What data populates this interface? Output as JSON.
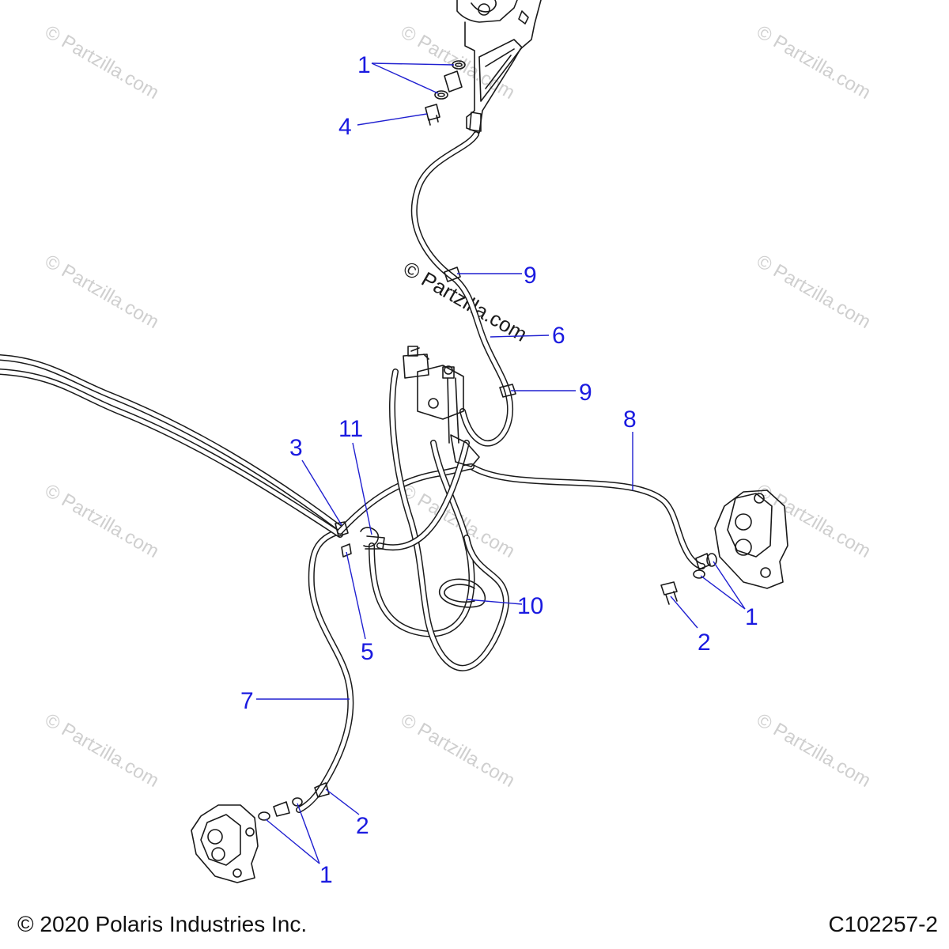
{
  "footer": {
    "copyright": "© 2020 Polaris Industries Inc.",
    "drawing_id": "C102257-2"
  },
  "watermark": {
    "text": "© Partzilla.com"
  },
  "callouts": {
    "c1_top": "1",
    "c4": "4",
    "c9_upper": "9",
    "c6": "6",
    "c9_lower": "9",
    "c8": "8",
    "c11": "11",
    "c3": "3",
    "c10": "10",
    "c5": "5",
    "c1_right": "1",
    "c2_right": "2",
    "c7": "7",
    "c2_left": "2",
    "c1_left": "1"
  },
  "colors": {
    "callout": "#1a1ae0",
    "leader": "#2020d0",
    "line_art": "#1a1a1a",
    "watermark": "#cfcfcf"
  }
}
